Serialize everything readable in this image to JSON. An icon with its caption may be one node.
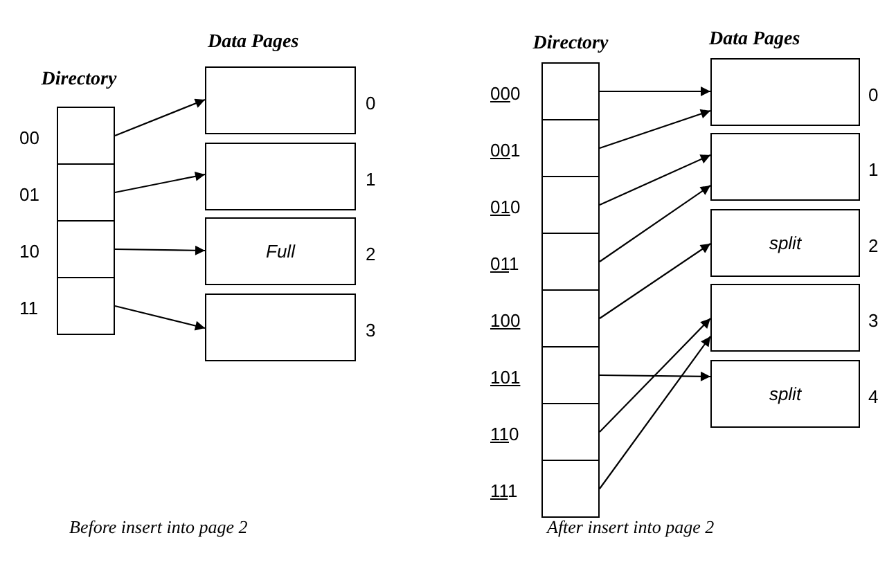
{
  "diagram": {
    "nodes": [
      {
        "text": [
          "Directory"
        ]
      },
      {
        "text": [],
        "shape": "box",
        "in": 0,
        "beside": [
          "00"
        ]
      },
      {
        "text": [],
        "shape": "box",
        "in": 0,
        "beside": [
          "01"
        ]
      },
      {
        "text": [],
        "shape": "box",
        "in": 0,
        "beside": [
          "10"
        ]
      },
      {
        "text": [],
        "shape": "box",
        "in": 0,
        "beside": [
          "11"
        ]
      },
      {
        "text": [],
        "shape": "box",
        "beside": [
          "0"
        ]
      },
      {
        "text": [],
        "shape": "box",
        "beside": [
          "1"
        ]
      },
      {
        "text": [
          "Full"
        ],
        "beside": [
          "2"
        ]
      },
      {
        "text": [],
        "shape": "box",
        "beside": [
          "3"
        ]
      },
      {
        "text": [
          "Directory"
        ]
      },
      {
        "text": [],
        "shape": "box",
        "in": 9,
        "beside": [
          "000"
        ]
      },
      {
        "text": [],
        "shape": "box",
        "in": 9,
        "beside": [
          "001"
        ]
      },
      {
        "text": [],
        "shape": "box",
        "in": 9,
        "beside": [
          "010"
        ]
      },
      {
        "text": [],
        "shape": "box",
        "in": 9,
        "beside": [
          "011"
        ]
      },
      {
        "text": [],
        "shape": "box",
        "in": 9,
        "beside": [
          "100"
        ]
      },
      {
        "text": [],
        "shape": "box",
        "in": 9,
        "beside": [
          "101"
        ]
      },
      {
        "text": [],
        "shape": "box",
        "in": 9,
        "beside": [
          "110"
        ]
      },
      {
        "text": [],
        "shape": "box",
        "in": 9,
        "beside": [
          "111"
        ]
      },
      {
        "text": [],
        "shape": "box",
        "beside": [
          "0"
        ]
      },
      {
        "text": [],
        "shape": "box",
        "beside": [
          "1"
        ]
      },
      {
        "text": [
          "split"
        ],
        "beside": [
          "2"
        ]
      },
      {
        "text": [],
        "shape": "box",
        "beside": [
          "3"
        ]
      },
      {
        "text": [
          "split"
        ],
        "beside": [
          "4"
        ]
      }
    ],
    "edges": [
      {
        "from": 1,
        "to": 5,
        "arrow": "to"
      },
      {
        "from": 2,
        "to": 6,
        "arrow": "to"
      },
      {
        "from": 3,
        "to": 7,
        "arrow": "to"
      },
      {
        "from": 4,
        "to": 8,
        "arrow": "to"
      },
      {
        "from": 10,
        "to": 18,
        "arrow": "to"
      },
      {
        "from": 11,
        "to": 18,
        "arrow": "to"
      },
      {
        "from": 12,
        "to": 19,
        "arrow": "to"
      },
      {
        "from": 13,
        "to": 19,
        "arrow": "to"
      },
      {
        "from": 14,
        "to": 20,
        "arrow": "to"
      },
      {
        "from": 15,
        "to": 22,
        "arrow": "to"
      },
      {
        "from": 16,
        "to": 21,
        "arrow": "to"
      },
      {
        "from": 17,
        "to": 21,
        "arrow": "to"
      }
    ],
    "labels": [
      "Data Pages",
      "Data Pages",
      "Before insert into page 2",
      "After insert into page 2"
    ]
  }
}
